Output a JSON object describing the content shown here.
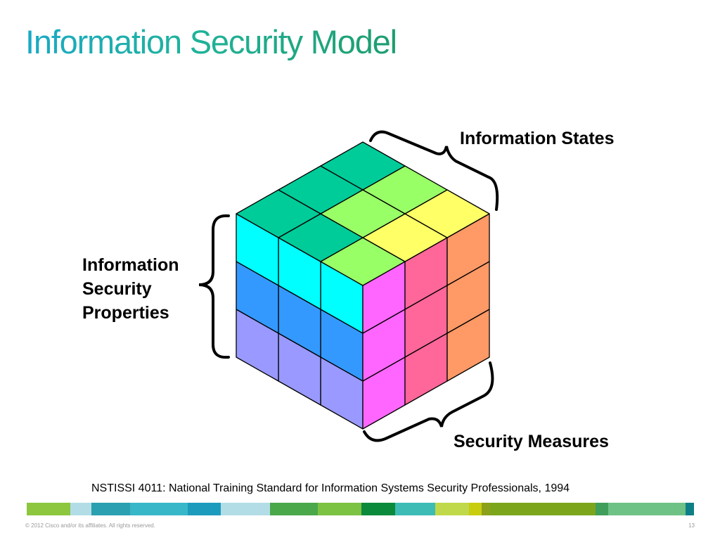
{
  "slide": {
    "title": "Information Security Model",
    "labels": {
      "states": "Information States",
      "properties": [
        "Information",
        "Security",
        "Properties"
      ],
      "measures": "Security Measures"
    },
    "citation": "NSTISSI  4011: National Training Standard for Information Systems Security Professionals, 1994",
    "copyright": "© 2012 Cisco and/or its affiliates. All rights reserved.",
    "page_number": "13"
  },
  "colors": {
    "title_gradient": [
      "#1aa9c6",
      "#1fb39a",
      "#1e9d6e"
    ],
    "cube": {
      "front_rows": [
        "#00ffff",
        "#3399ff",
        "#9999ff"
      ],
      "right_cols": [
        "#ff66ff",
        "#ff6699",
        "#ff9966"
      ],
      "top_rows": [
        [
          "#00cc99",
          "#00cc99",
          "#00cc99"
        ],
        [
          "#00cc99",
          "#99ff66",
          "#99ff66"
        ],
        [
          "#99ff66",
          "#ffff66",
          "#ffff66"
        ]
      ]
    },
    "footer_strip": [
      "#8dc63f",
      "#b3dde6",
      "#2aa0b0",
      "#38b7c9",
      "#1c9bbd",
      "#b3dde6",
      "#4aa84a",
      "#7cc243",
      "#0c8a3c",
      "#3dbcb6",
      "#c0d94a",
      "#c9cd10",
      "#8ca11a",
      "#7ba61c",
      "#3f9e5a",
      "#6fc285",
      "#0e7f86"
    ]
  }
}
